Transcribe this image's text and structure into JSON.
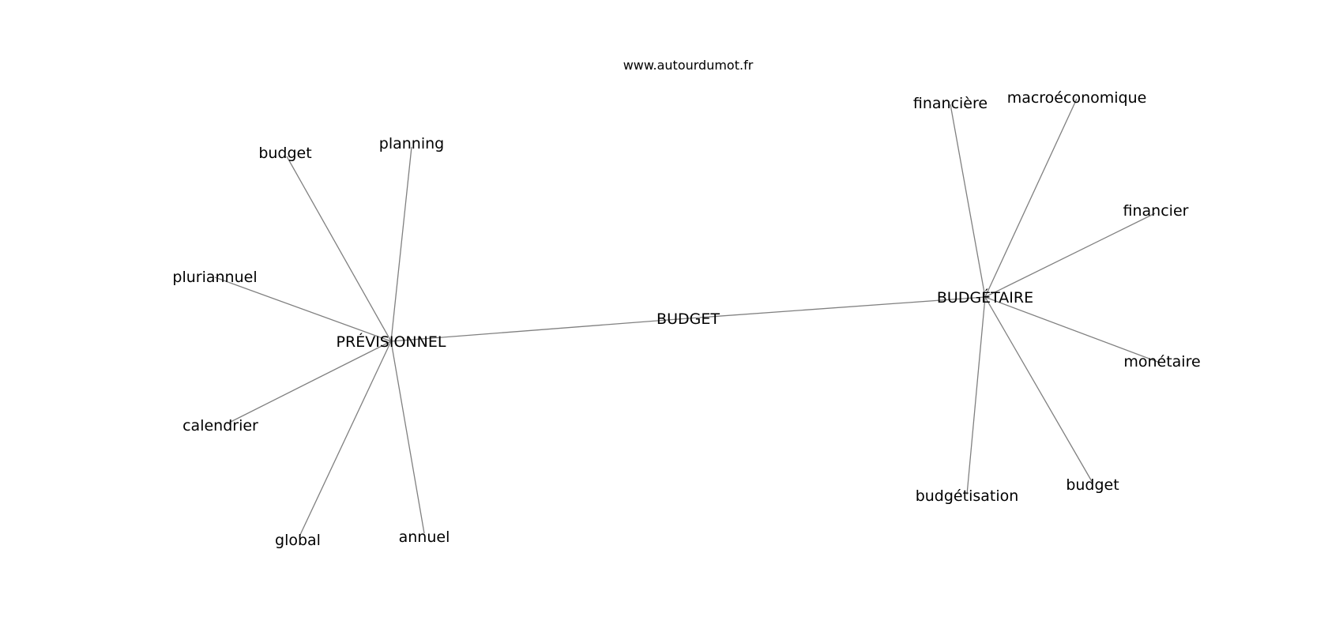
{
  "source": "www.autourdumot.fr",
  "colors": {
    "edge": "#808080",
    "text": "#000000",
    "background": "#ffffff"
  },
  "nodes": [
    {
      "id": "budget-center",
      "label": "BUDGET"
    },
    {
      "id": "previsionnel",
      "label": "PRÉVISIONNEL"
    },
    {
      "id": "budgetaire",
      "label": "BUDGÉTAIRE"
    },
    {
      "id": "budget-left",
      "label": "budget"
    },
    {
      "id": "planning",
      "label": "planning"
    },
    {
      "id": "pluriannuel",
      "label": "pluriannuel"
    },
    {
      "id": "calendrier",
      "label": "calendrier"
    },
    {
      "id": "global",
      "label": "global"
    },
    {
      "id": "annuel",
      "label": "annuel"
    },
    {
      "id": "financiere",
      "label": "financière"
    },
    {
      "id": "macroeconomique",
      "label": "macroéconomique"
    },
    {
      "id": "financier",
      "label": "financier"
    },
    {
      "id": "monetaire",
      "label": "monétaire"
    },
    {
      "id": "budget-right",
      "label": "budget"
    },
    {
      "id": "budgetisation",
      "label": "budgétisation"
    }
  ],
  "edges": [
    [
      "budget-center",
      "previsionnel"
    ],
    [
      "budget-center",
      "budgetaire"
    ],
    [
      "previsionnel",
      "budget-left"
    ],
    [
      "previsionnel",
      "planning"
    ],
    [
      "previsionnel",
      "pluriannuel"
    ],
    [
      "previsionnel",
      "calendrier"
    ],
    [
      "previsionnel",
      "global"
    ],
    [
      "previsionnel",
      "annuel"
    ],
    [
      "budgetaire",
      "financiere"
    ],
    [
      "budgetaire",
      "macroeconomique"
    ],
    [
      "budgetaire",
      "financier"
    ],
    [
      "budgetaire",
      "monetaire"
    ],
    [
      "budgetaire",
      "budget-right"
    ],
    [
      "budgetaire",
      "budgetisation"
    ]
  ]
}
